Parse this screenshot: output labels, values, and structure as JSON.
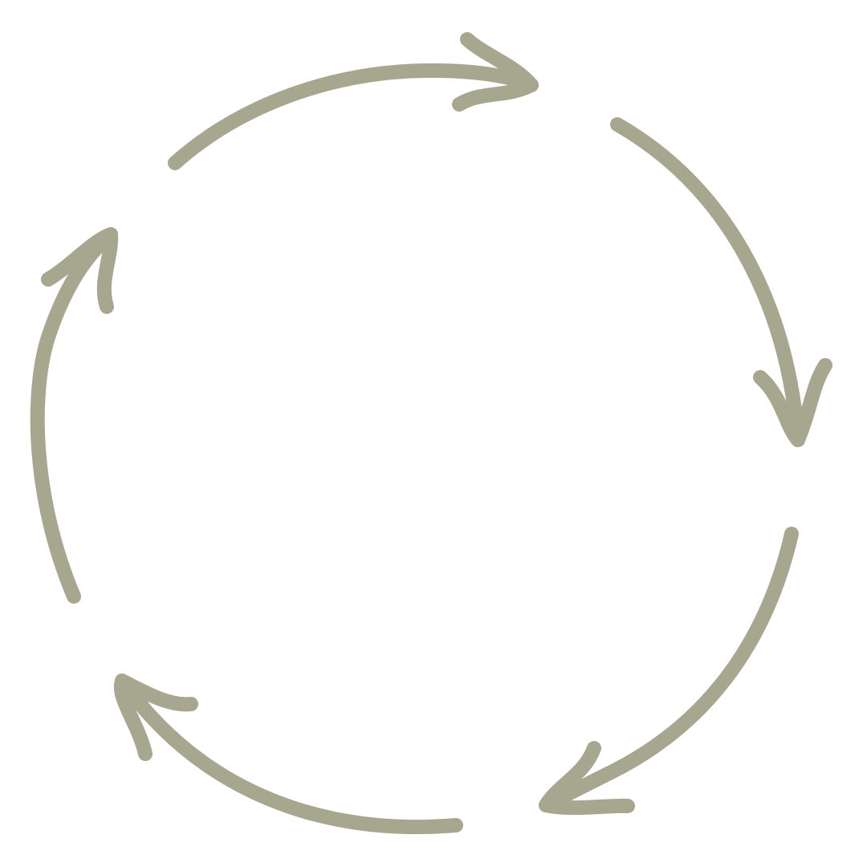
{
  "diagram": {
    "type": "cycle",
    "arrow_count": 5,
    "direction": "clockwise",
    "stroke_color": "#a7a68e",
    "background_color": "#ffffff",
    "style": "hand-drawn",
    "text": []
  }
}
